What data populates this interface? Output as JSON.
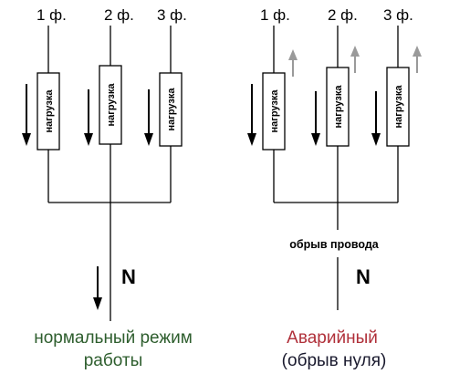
{
  "left": {
    "phase_labels": [
      "1 ф.",
      "2 ф.",
      "3 ф."
    ],
    "load_labels": [
      "нагрузка",
      "нагрузка",
      "нагрузка"
    ],
    "neutral_label": "N",
    "caption_lines": [
      "нормальный режим",
      "работы"
    ],
    "caption_color": "#2e5e2e"
  },
  "right": {
    "phase_labels": [
      "1 ф.",
      "2 ф.",
      "3 ф."
    ],
    "load_labels": [
      "нагрузка",
      "нагрузка",
      "нагрузка"
    ],
    "break_label": "обрыв провода",
    "neutral_label": "N",
    "caption_lines": [
      "Аварийный",
      "(обрыв нуля)"
    ],
    "caption_colors": [
      "#b0303a",
      "#1a1a2e"
    ]
  },
  "colors": {
    "wire": "#000000",
    "current_arrow": "#000000",
    "reverse_current_arrow": "#9a9a9a"
  }
}
